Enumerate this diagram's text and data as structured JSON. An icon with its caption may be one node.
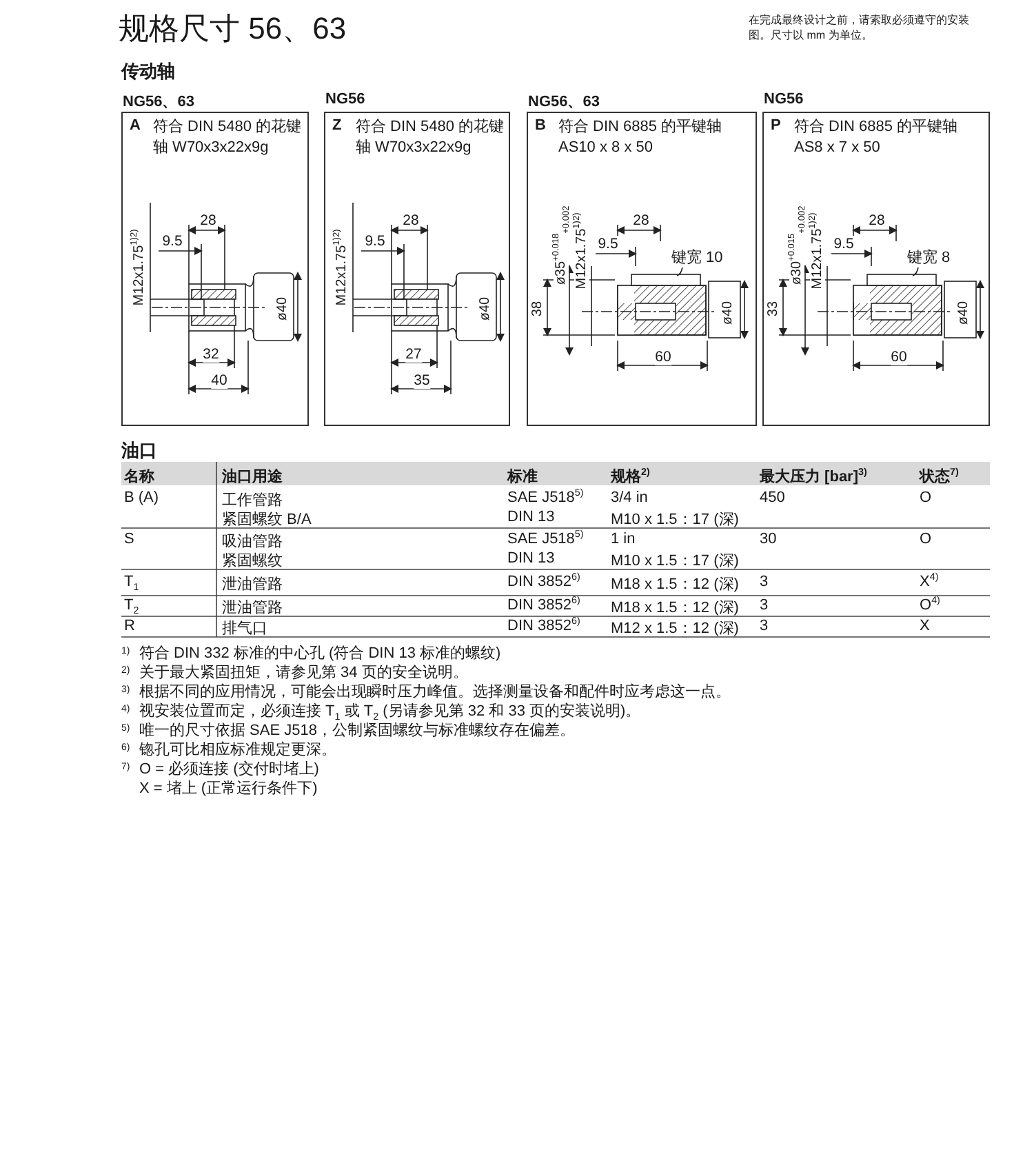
{
  "diagram": {
    "title": "规格尺寸 56、63",
    "nodes": [
      {
        "text": [
          "NG56、63",
          "A",
          "符合 DIN 5480 的花键轴 W70x3x22x9g"
        ]
      },
      {
        "text": [
          "NG56",
          "Z",
          "符合 DIN 5480 的花键轴 W70x3x22x9g"
        ]
      },
      {
        "text": [
          "NG56、63",
          "B",
          "符合 DIN 6885 的平键轴 AS10 x 8 x 50"
        ]
      },
      {
        "text": [
          "NG56",
          "P",
          "符合 DIN 6885 的平键轴 AS8 x 7 x 50"
        ]
      },
      {
        "text": [
          "键宽 10"
        ],
        "in": 2
      },
      {
        "text": [
          "键宽 8"
        ],
        "in": 3
      }
    ],
    "edges": [
      {
        "from": 4,
        "to": null,
        "arrow": "none"
      },
      {
        "from": 5,
        "to": null,
        "arrow": "none"
      }
    ],
    "labels": [
      "在完成最终设计之前，请索取必须遵守的安装图。尺寸以 mm 为单位。",
      "传动轴",
      "M12x1.75$^{1)2)}$",
      "28",
      "9.5",
      "ø40",
      "32",
      "40",
      "M12x1.75$^{1)2)}$",
      "28",
      "9.5",
      "ø40",
      "27",
      "35",
      "ø35$^{+0.018}$$_{+0.002}$",
      "M12x1.75$^{1)2)}$",
      "28",
      "9.5",
      "38",
      "ø40",
      "60",
      "ø30$^{+0.015}$$_{+0.002}$",
      "M12x1.75$^{1)2)}$",
      "28",
      "9.5",
      "33",
      "ø40",
      "60",
      "油口",
      "名称",
      "油口用途",
      "标准",
      "规格$^{2)}$",
      "最大压力 [bar]$^{3)}$",
      "状态$^{7)}$",
      "B (A)",
      "工作管路",
      "SAE J518$^{5)}$",
      "3/4 in",
      "450",
      "O",
      "紧固螺纹 B/A",
      "DIN 13",
      "M10 x 1.5：17 (深)",
      "S",
      "吸油管路",
      "SAE J518$^{5)}$",
      "1 in",
      "30",
      "O",
      "紧固螺纹",
      "DIN 13",
      "M10 x 1.5：17 (深)",
      "T$_{1}$",
      "泄油管路",
      "DIN 3852$^{6)}$",
      "M18 x 1.5：12 (深)",
      "3",
      "X$^{4)}$",
      "T$_{2}$",
      "泄油管路",
      "DIN 3852$^{6)}$",
      "M18 x 1.5：12 (深)",
      "3",
      "O$^{4)}$",
      "R",
      "排气口",
      "DIN 3852$^{6)}$",
      "M12 x 1.5：12 (深)",
      "3",
      "X",
      "1)",
      "符合 DIN 332 标准的中心孔 (符合 DIN 13 标准的螺纹)",
      "2)",
      "关于最大紧固扭矩，请参见第 34 页的安全说明。",
      "3)",
      "根据不同的应用情况，可能会出现瞬时压力峰值。选择测量设备和配件时应考虑这一点。",
      "4)",
      "视安装位置而定，必须连接 T$_{1}$ 或 T$_{2}$ (另请参见第 32 和 33 页的安装说明)。",
      "5)",
      "唯一的尺寸依据 SAE J518，公制紧固螺纹与标准螺纹存在偏差。",
      "6)",
      "锪孔可比相应标准规定更深。",
      "7)",
      "O = 必须连接 (交付时堵上)",
      "X = 堵上 (正常运行条件下)"
    ]
  }
}
